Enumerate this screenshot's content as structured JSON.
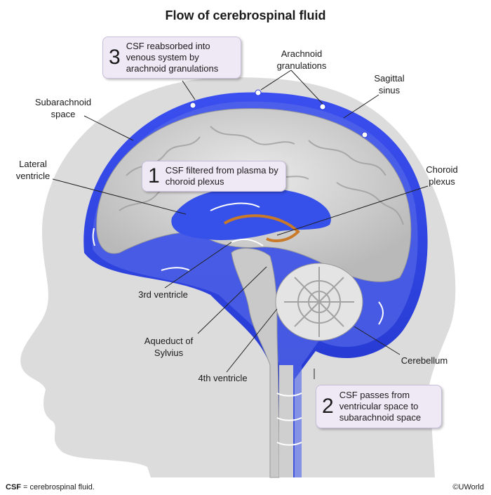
{
  "title": "Flow of cerebrospinal fluid",
  "callouts": [
    {
      "number": "1",
      "text": "CSF filtered from plasma by choroid plexus"
    },
    {
      "number": "2",
      "text": "CSF passes from ventricular space to subarachnoid space"
    },
    {
      "number": "3",
      "text": "CSF reabsorbed into venous system by arachnoid granulations"
    }
  ],
  "labels": {
    "arachnoid_granulations": "Arachnoid granulations",
    "sagittal_sinus": "Sagittal sinus",
    "subarachnoid_space": "Subarachnoid space",
    "lateral_ventricle": "Lateral ventricle",
    "choroid_plexus": "Choroid plexus",
    "third_ventricle": "3rd ventricle",
    "aqueduct_of_sylvius": "Aqueduct of Sylvius",
    "fourth_ventricle": "4th ventricle",
    "cerebellum": "Cerebellum"
  },
  "footnote": {
    "abbr": "CSF",
    "text": " = cerebrospinal fluid."
  },
  "copyright": "©UWorld",
  "colors": {
    "head_silhouette": "#d8d8d8",
    "csf_blue": "#2a3de0",
    "brain_gray": "#d2d2d2",
    "choroid_orange": "#c87a28",
    "callout_fill": "#efe9f6"
  }
}
